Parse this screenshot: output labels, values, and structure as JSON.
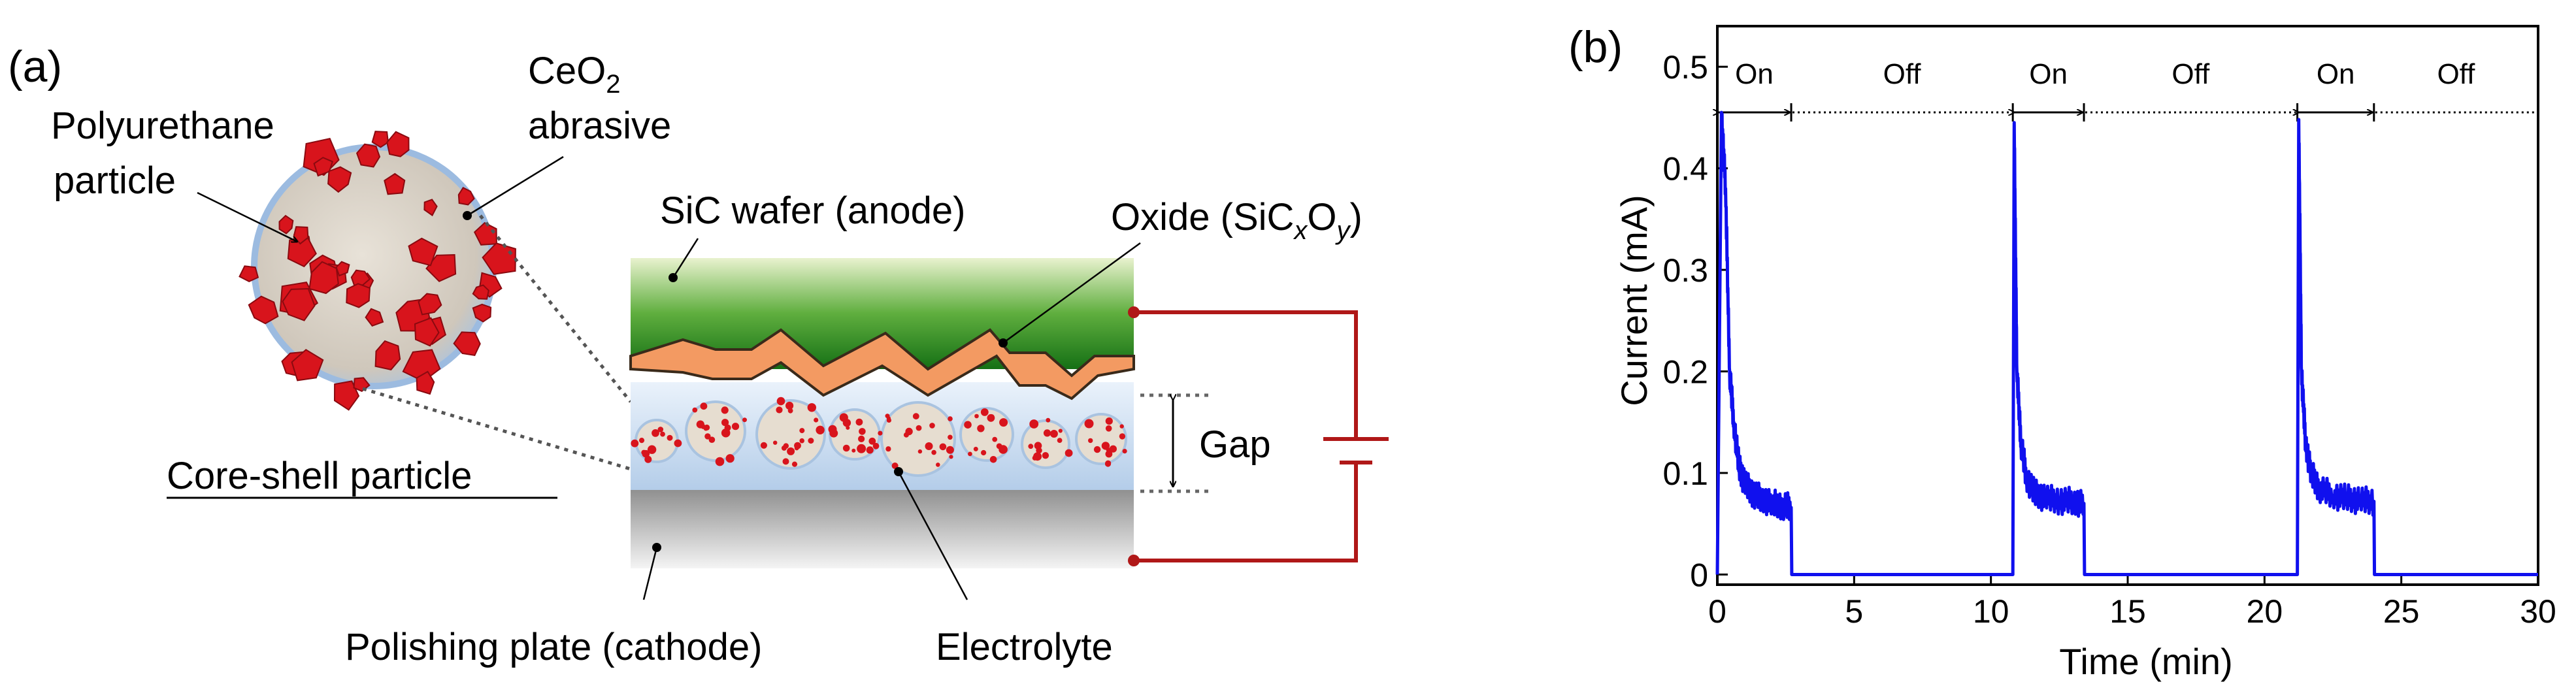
{
  "panel_a": {
    "label": "(a)",
    "labels": {
      "ceo2_line1": "CeO",
      "ceo2_sub": "2",
      "abrasive": "abrasive",
      "polyurethane": "Polyurethane",
      "particle": "particle",
      "core_shell": "Core-shell particle",
      "sic_wafer": "SiC wafer (anode)",
      "oxide_prefix": "Oxide (SiC",
      "oxide_x": "x",
      "oxide_o": "O",
      "oxide_y": "y",
      "oxide_suffix": ")",
      "gap": "Gap",
      "polishing_plate": "Polishing plate (cathode)",
      "electrolyte": "Electrolyte"
    },
    "colors": {
      "wafer_green": "#1f7a1f",
      "oxide_orange": "#f0905a",
      "electrolyte_blue": "#cfe0f5",
      "plate_gray": "#9a9a9a",
      "abrasive_red": "#d8141c",
      "circuit_red": "#b01818"
    }
  },
  "panel_b": {
    "label": "(b)",
    "phase_labels": [
      "On",
      "Off",
      "On",
      "Off",
      "On",
      "Off"
    ],
    "colors": {
      "trace": "#1010ee"
    }
  },
  "chart_data": {
    "type": "line",
    "title": "",
    "xlabel": "Time (min)",
    "ylabel": "Current (mA)",
    "xlim": [
      0,
      30
    ],
    "ylim": [
      -0.01,
      0.54
    ],
    "xticks": [
      0,
      5,
      10,
      15,
      20,
      25,
      30
    ],
    "yticks": [
      0,
      0.1,
      0.2,
      0.3,
      0.4,
      0.5
    ],
    "xtick_labels": [
      "0",
      "5",
      "10",
      "15",
      "20",
      "25",
      "30"
    ],
    "ytick_labels": [
      "0",
      "0.1",
      "0.2",
      "0.3",
      "0.4",
      "0.5"
    ],
    "grid": false,
    "phases": [
      {
        "label": "On",
        "start": 0,
        "end": 2.7
      },
      {
        "label": "Off",
        "start": 2.7,
        "end": 10.8
      },
      {
        "label": "On",
        "start": 10.8,
        "end": 13.4
      },
      {
        "label": "Off",
        "start": 13.4,
        "end": 21.2
      },
      {
        "label": "On",
        "start": 21.2,
        "end": 24.0
      },
      {
        "label": "Off",
        "start": 24.0,
        "end": 30
      }
    ],
    "series": [
      {
        "x": [
          0,
          0.15,
          0.3,
          0.45,
          0.6,
          0.8,
          1.0,
          1.3,
          1.6,
          2.0,
          2.4,
          2.7,
          2.72,
          5,
          10.8,
          10.85,
          10.95,
          11.1,
          11.3,
          11.6,
          12.0,
          12.5,
          13.0,
          13.4,
          13.42,
          16,
          21.2,
          21.25,
          21.35,
          21.5,
          21.7,
          22.0,
          22.5,
          23.0,
          23.5,
          24.0,
          24.02,
          27,
          30
        ],
        "y": [
          0,
          0.455,
          0.38,
          0.2,
          0.15,
          0.105,
          0.09,
          0.08,
          0.075,
          0.07,
          0.068,
          0.066,
          0.0,
          0.0,
          0.0,
          0.445,
          0.2,
          0.13,
          0.095,
          0.08,
          0.075,
          0.073,
          0.072,
          0.07,
          0.0,
          0.0,
          0.0,
          0.448,
          0.2,
          0.13,
          0.1,
          0.085,
          0.078,
          0.075,
          0.073,
          0.072,
          0.0,
          0.0,
          0.0
        ]
      }
    ]
  }
}
